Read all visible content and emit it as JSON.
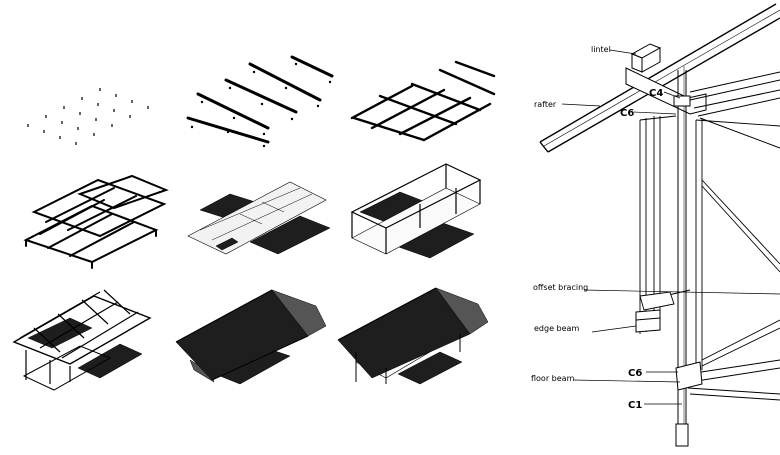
{
  "detail": {
    "labels": {
      "lintel": "lintel",
      "rafter": "rafter",
      "c4": "C4",
      "c6_top": "C6",
      "offset_bracing": "offset bracing",
      "edge_beam": "edge beam",
      "c6_bottom": "C6",
      "floor_beam": "floor beam",
      "c1": "C1"
    }
  }
}
